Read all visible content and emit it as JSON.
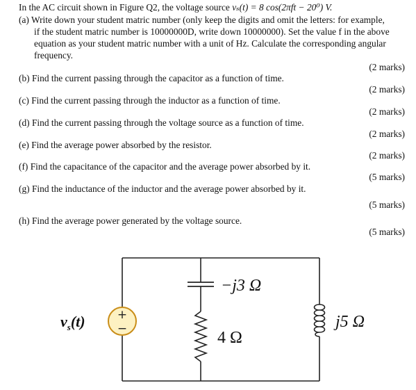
{
  "question": {
    "intro": "In the AC circuit shown in Figure Q2, the voltage source v_s(t) = 8cos(2πft − 20°) V.",
    "intro_prefix": "In the AC circuit shown in Figure Q2, the voltage source ",
    "intro_formula": "vₛ(t) = 8 cos(2πft − 20⁰) V.",
    "parts": [
      {
        "lines": [
          "(a) Write down your student matric number (only keep the digits and omit the letters: for example,",
          "if the student matric number is 10000000D, write down 10000000).  Set the value f in the above",
          "equation as your student matric number with a unit of Hz.  Calculate the corresponding angular",
          "frequency."
        ],
        "marks": "(2 marks)"
      },
      {
        "lines": [
          "(b) Find the current passing through the capacitor as a function of time."
        ],
        "marks": "(2 marks)"
      },
      {
        "lines": [
          "(c) Find the current passing through the inductor as a function of time."
        ],
        "marks": "(2 marks)"
      },
      {
        "lines": [
          "(d) Find the current passing through the voltage source as a function of time."
        ],
        "marks": "(2 marks)"
      },
      {
        "lines": [
          "(e) Find the average power absorbed by the resistor."
        ],
        "marks": "(2 marks)"
      },
      {
        "lines": [
          "(f)  Find the capacitance of the capacitor and the average power absorbed by it."
        ],
        "marks": "(5 marks)"
      },
      {
        "lines": [
          "(g) Find the inductance of the inductor and the average power absorbed by it."
        ],
        "marks": "(5 marks)"
      },
      {
        "lines": [
          "(h) Find the average power generated by the voltage source."
        ],
        "marks": "(5 marks)"
      }
    ]
  },
  "circuit": {
    "source_label": "v_s(t)",
    "source_v": "v",
    "source_sub": "s",
    "source_t": "(t)",
    "source_plus": "+",
    "source_minus": "−",
    "capacitor_label": "−j3 Ω",
    "resistor_label": "4 Ω",
    "inductor_label": "j5 Ω",
    "colors": {
      "source_fill": "#fdf1c2",
      "source_stroke": "#c98d18",
      "wire": "#222222"
    }
  }
}
